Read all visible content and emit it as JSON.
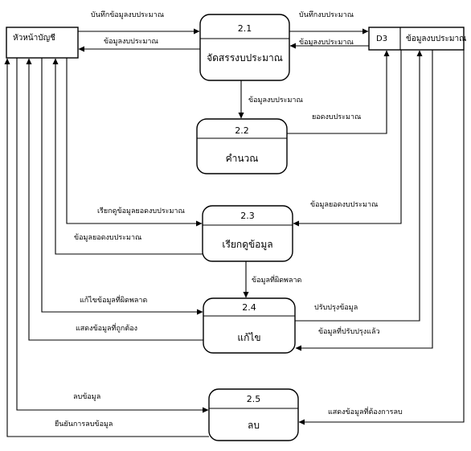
{
  "entity": {
    "name": "หัวหน้าบัญชี"
  },
  "datastore": {
    "id": "D3",
    "name": "ข้อมูลงบประมาณ"
  },
  "processes": [
    {
      "id": "2.1",
      "name": "จัดสรรงบประมาณ"
    },
    {
      "id": "2.2",
      "name": "คำนวณ"
    },
    {
      "id": "2.3",
      "name": "เรียกดูข้อมูล"
    },
    {
      "id": "2.4",
      "name": "แก้ไข"
    },
    {
      "id": "2.5",
      "name": "ลบ"
    }
  ],
  "flows": {
    "f1": "บันทึกข้อมูลงบประมาณ",
    "f2": "ข้อมูลงบประมาณ",
    "f3": "บันทึกงบประมาณ",
    "f4": "ข้อมูลงบประมาณ",
    "f5": "ข้อมูลงบประมาณ",
    "f6": "ยอดงบประมาณ",
    "f7": "ข้อมูลยอดงบประมาณ",
    "f8": "เรียกดูข้อมูลยอดงบประมาณ",
    "f9": "ข้อมูลยอดงบประมาณ",
    "f10": "ข้อมูลที่ผิดพลาด",
    "f11": "แก้ไขข้อมูลที่ผิดพลาด",
    "f12": "แสดงข้อมูลที่ถูกต้อง",
    "f13": "ปรับปรุงข้อมูล",
    "f14": "ข้อมูลที่ปรับปรุงแล้ว",
    "f15": "ลบข้อมูล",
    "f16": "ยืนยันการลบข้อมูล",
    "f17": "แสดงข้อมูลที่ต้องการลบ"
  }
}
